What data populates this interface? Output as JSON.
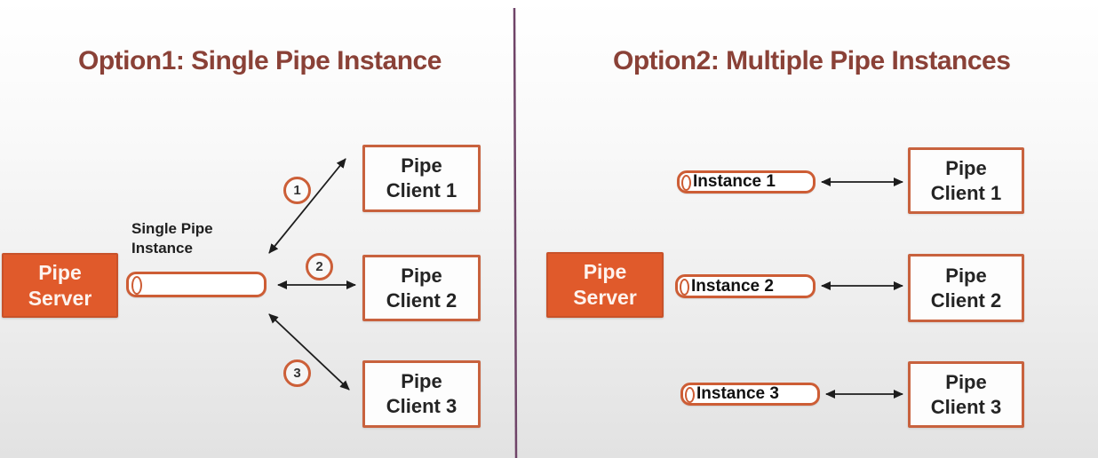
{
  "colors": {
    "accent_orange": "#e05a2b",
    "box_border_orange": "#c8623e",
    "pipe_border_orange": "#cd5d35",
    "title_maroon": "#8a4137",
    "divider_purple": "#6f4468",
    "arrow_black": "#1d1d1d",
    "text_dark": "#242424"
  },
  "option1": {
    "title": "Option1: Single Pipe Instance",
    "server": {
      "lines": [
        "Pipe",
        "Server"
      ]
    },
    "pipe_label": {
      "lines": [
        "Single Pipe",
        "Instance"
      ]
    },
    "badges": [
      "1",
      "2",
      "3"
    ],
    "clients": [
      {
        "lines": [
          "Pipe",
          "Client 1"
        ]
      },
      {
        "lines": [
          "Pipe",
          "Client 2"
        ]
      },
      {
        "lines": [
          "Pipe",
          "Client 3"
        ]
      }
    ]
  },
  "option2": {
    "title": "Option2: Multiple Pipe Instances",
    "server": {
      "lines": [
        "Pipe",
        "Server"
      ]
    },
    "instances": [
      {
        "label": "Instance 1"
      },
      {
        "label": "Instance 2"
      },
      {
        "label": "Instance 3"
      }
    ],
    "clients": [
      {
        "lines": [
          "Pipe",
          "Client 1"
        ]
      },
      {
        "lines": [
          "Pipe",
          "Client 2"
        ]
      },
      {
        "lines": [
          "Pipe",
          "Client 3"
        ]
      }
    ]
  }
}
